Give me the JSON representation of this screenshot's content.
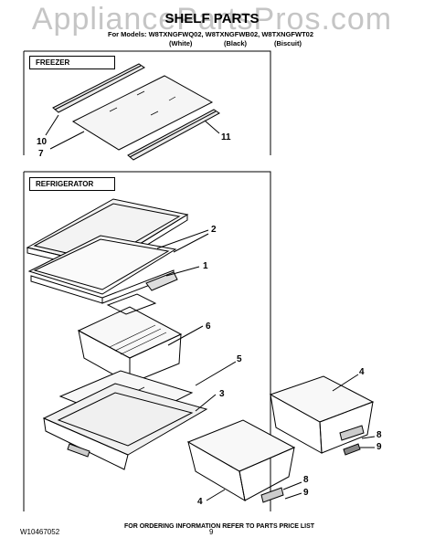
{
  "watermark": "AppliancePartsPros.com",
  "page_title": "SHELF PARTS",
  "models_line": "For Models: W8TXNGFWQ02, W8TXNGFWB02, W8TXNGFWT02",
  "colors": [
    "(White)",
    "(Black)",
    "(Biscuit)"
  ],
  "sections": {
    "freezer": "FREEZER",
    "refrigerator": "REFRIGERATOR"
  },
  "callouts": {
    "c10": "10",
    "c7": "7",
    "c11": "11",
    "c2": "2",
    "c1": "1",
    "c6": "6",
    "c5": "5",
    "c3": "3",
    "c4a": "4",
    "c8a": "8",
    "c9a": "9",
    "c8b": "8",
    "c9b": "9",
    "c4b": "4"
  },
  "footer": "FOR ORDERING INFORMATION REFER TO PARTS PRICE LIST",
  "doc_number": "W10467052",
  "page_number": "9"
}
